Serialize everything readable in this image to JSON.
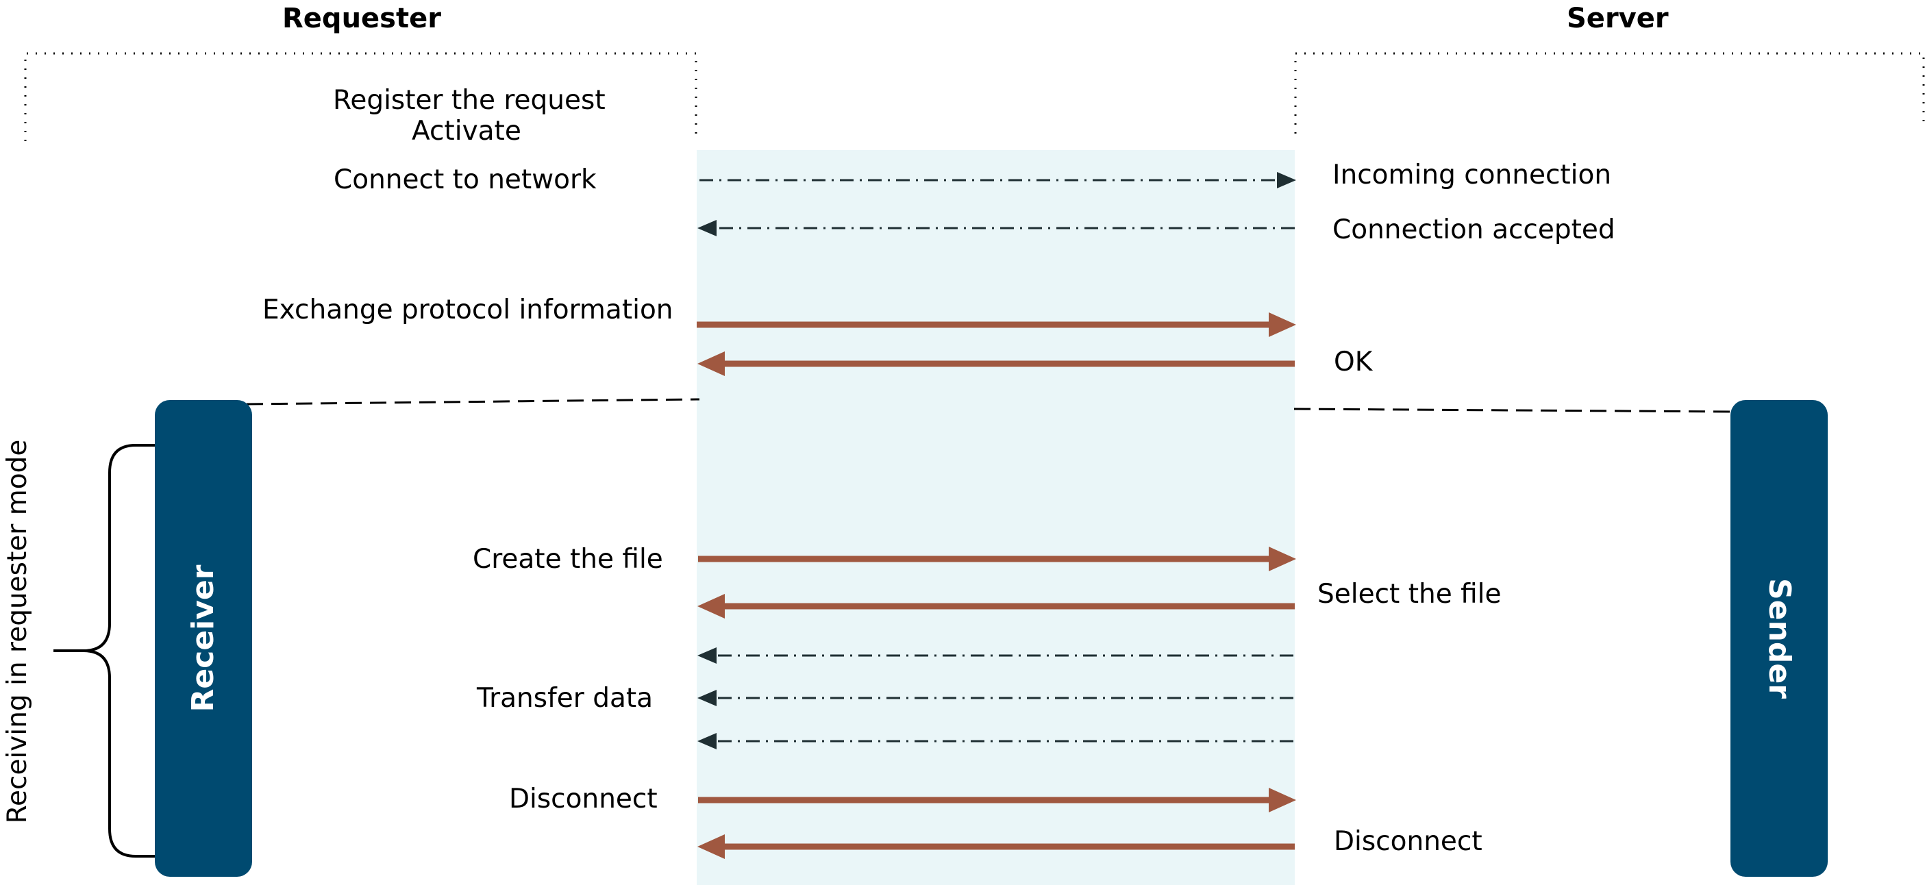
{
  "headers": {
    "left": "Requester",
    "right": "Server"
  },
  "colors": {
    "channel": "#eaf6f8",
    "bar": "#004a70",
    "solid_arrow": "#a05840",
    "dash_arrow": "#1f2f33",
    "text": "#000000"
  },
  "left_labels": {
    "register": "Register the request",
    "activate": "Activate",
    "connect": "Connect to network",
    "exchange": "Exchange protocol information",
    "create_file": "Create the file",
    "transfer": "Transfer data",
    "disconnect": "Disconnect"
  },
  "right_labels": {
    "incoming": "Incoming connection",
    "accepted": "Connection accepted",
    "ok": "OK",
    "select_file": "Select the file",
    "disconnect": "Disconnect"
  },
  "bars": {
    "receiver": "Receiver",
    "sender": "Sender"
  },
  "side_label": "Receiving in requester mode",
  "arrows": [
    {
      "id": "connect",
      "dir": "right",
      "style": "dashdot"
    },
    {
      "id": "accepted",
      "dir": "left",
      "style": "dashdot"
    },
    {
      "id": "exchange",
      "dir": "right",
      "style": "solid"
    },
    {
      "id": "ok",
      "dir": "left",
      "style": "solid"
    },
    {
      "id": "create",
      "dir": "right",
      "style": "solid"
    },
    {
      "id": "select",
      "dir": "left",
      "style": "solid"
    },
    {
      "id": "transfer-1",
      "dir": "left",
      "style": "dashdot"
    },
    {
      "id": "transfer-2",
      "dir": "left",
      "style": "dashdot"
    },
    {
      "id": "transfer-3",
      "dir": "left",
      "style": "dashdot"
    },
    {
      "id": "disconnect",
      "dir": "right",
      "style": "solid"
    },
    {
      "id": "disconnected",
      "dir": "left",
      "style": "solid"
    }
  ]
}
